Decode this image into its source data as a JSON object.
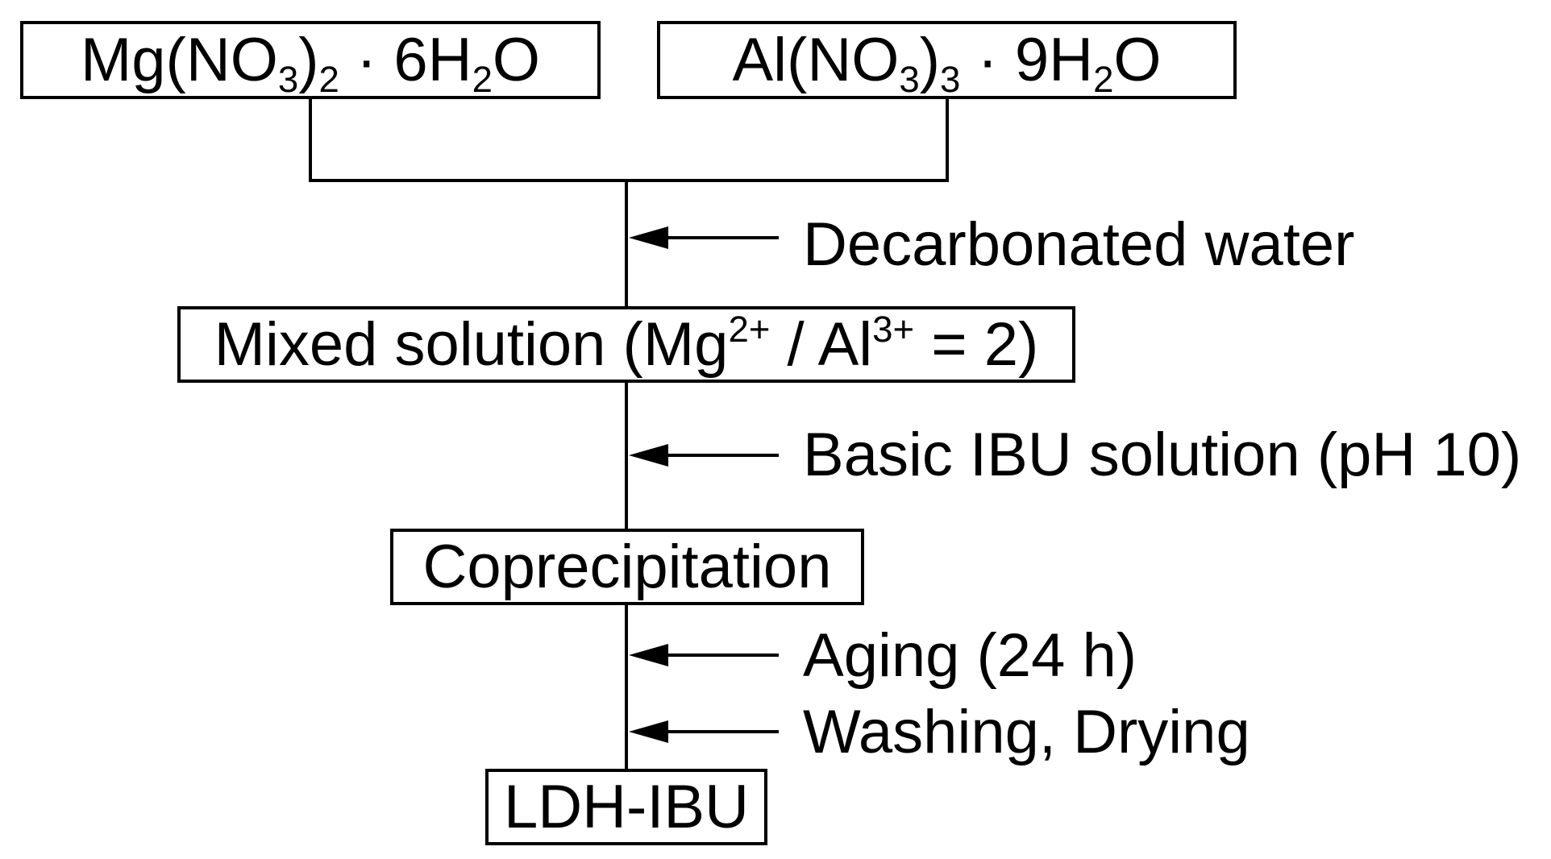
{
  "reactants": {
    "mg_salt": {
      "base": "Mg(NO",
      "sub1": "3",
      "mid": ")",
      "sub2": "2",
      "dot": " · 6H",
      "sub3": "2",
      "end": "O"
    },
    "al_salt": {
      "base": "Al(NO",
      "sub1": "3",
      "mid": ")",
      "sub2": "3",
      "dot": " · 9H",
      "sub3": "2",
      "end": "O"
    }
  },
  "steps": {
    "water": "Decarbonated water",
    "ibu_solution": "Basic IBU solution (pH 10)",
    "aging": "Aging (24 h)",
    "washing": "Washing, Drying"
  },
  "intermediates": {
    "mixed": {
      "text": "Mixed solution (Mg",
      "sup1": "2+",
      "slash": " / Al",
      "sup2": "3+",
      "end": " = 2)"
    },
    "coprecipitation": "Coprecipitation"
  },
  "product": "LDH-IBU"
}
